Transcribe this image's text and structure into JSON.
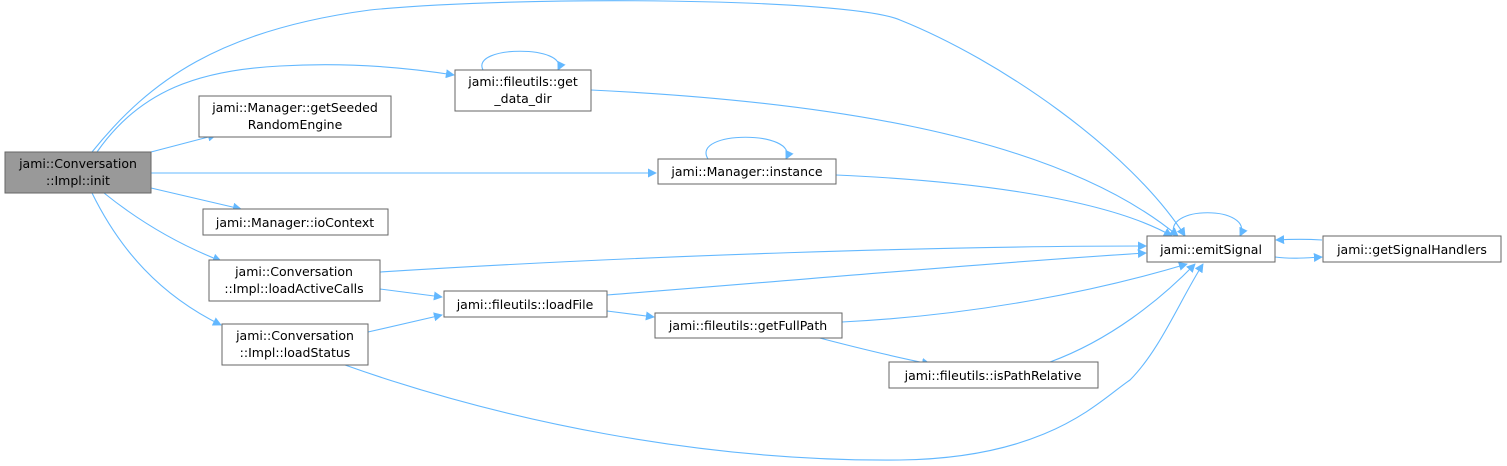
{
  "colors": {
    "edge": "#63b8ff",
    "node_border": "#666666",
    "root_fill": "#999999",
    "node_fill": "#ffffff"
  },
  "nodes": {
    "init": {
      "lines": [
        "jami::Conversation",
        "::Impl::init"
      ],
      "root": true
    },
    "get_data_dir": {
      "lines": [
        "jami::fileutils::get",
        "_data_dir"
      ]
    },
    "getSeededRandomEngine": {
      "lines": [
        "jami::Manager::getSeeded",
        "RandomEngine"
      ]
    },
    "instance": {
      "lines": [
        "jami::Manager::instance"
      ]
    },
    "ioContext": {
      "lines": [
        "jami::Manager::ioContext"
      ]
    },
    "loadActiveCalls": {
      "lines": [
        "jami::Conversation",
        "::Impl::loadActiveCalls"
      ]
    },
    "loadStatus": {
      "lines": [
        "jami::Conversation",
        "::Impl::loadStatus"
      ]
    },
    "loadFile": {
      "lines": [
        "jami::fileutils::loadFile"
      ]
    },
    "getFullPath": {
      "lines": [
        "jami::fileutils::getFullPath"
      ]
    },
    "isPathRelative": {
      "lines": [
        "jami::fileutils::isPathRelative"
      ]
    },
    "emitSignal": {
      "lines": [
        "jami::emitSignal"
      ]
    },
    "getSignalHandlers": {
      "lines": [
        "jami::getSignalHandlers"
      ]
    }
  },
  "edges": [
    {
      "from": "init",
      "to": "emitSignal"
    },
    {
      "from": "init",
      "to": "get_data_dir"
    },
    {
      "from": "init",
      "to": "getSeededRandomEngine"
    },
    {
      "from": "init",
      "to": "instance"
    },
    {
      "from": "init",
      "to": "ioContext"
    },
    {
      "from": "init",
      "to": "loadActiveCalls"
    },
    {
      "from": "init",
      "to": "loadStatus"
    },
    {
      "from": "get_data_dir",
      "to": "get_data_dir"
    },
    {
      "from": "get_data_dir",
      "to": "emitSignal"
    },
    {
      "from": "instance",
      "to": "instance"
    },
    {
      "from": "instance",
      "to": "emitSignal"
    },
    {
      "from": "loadActiveCalls",
      "to": "emitSignal"
    },
    {
      "from": "loadActiveCalls",
      "to": "loadFile"
    },
    {
      "from": "loadStatus",
      "to": "loadFile"
    },
    {
      "from": "loadStatus",
      "to": "emitSignal"
    },
    {
      "from": "loadFile",
      "to": "emitSignal"
    },
    {
      "from": "loadFile",
      "to": "getFullPath"
    },
    {
      "from": "getFullPath",
      "to": "emitSignal"
    },
    {
      "from": "getFullPath",
      "to": "isPathRelative"
    },
    {
      "from": "isPathRelative",
      "to": "emitSignal"
    },
    {
      "from": "emitSignal",
      "to": "emitSignal"
    },
    {
      "from": "emitSignal",
      "to": "getSignalHandlers"
    },
    {
      "from": "getSignalHandlers",
      "to": "emitSignal"
    }
  ]
}
